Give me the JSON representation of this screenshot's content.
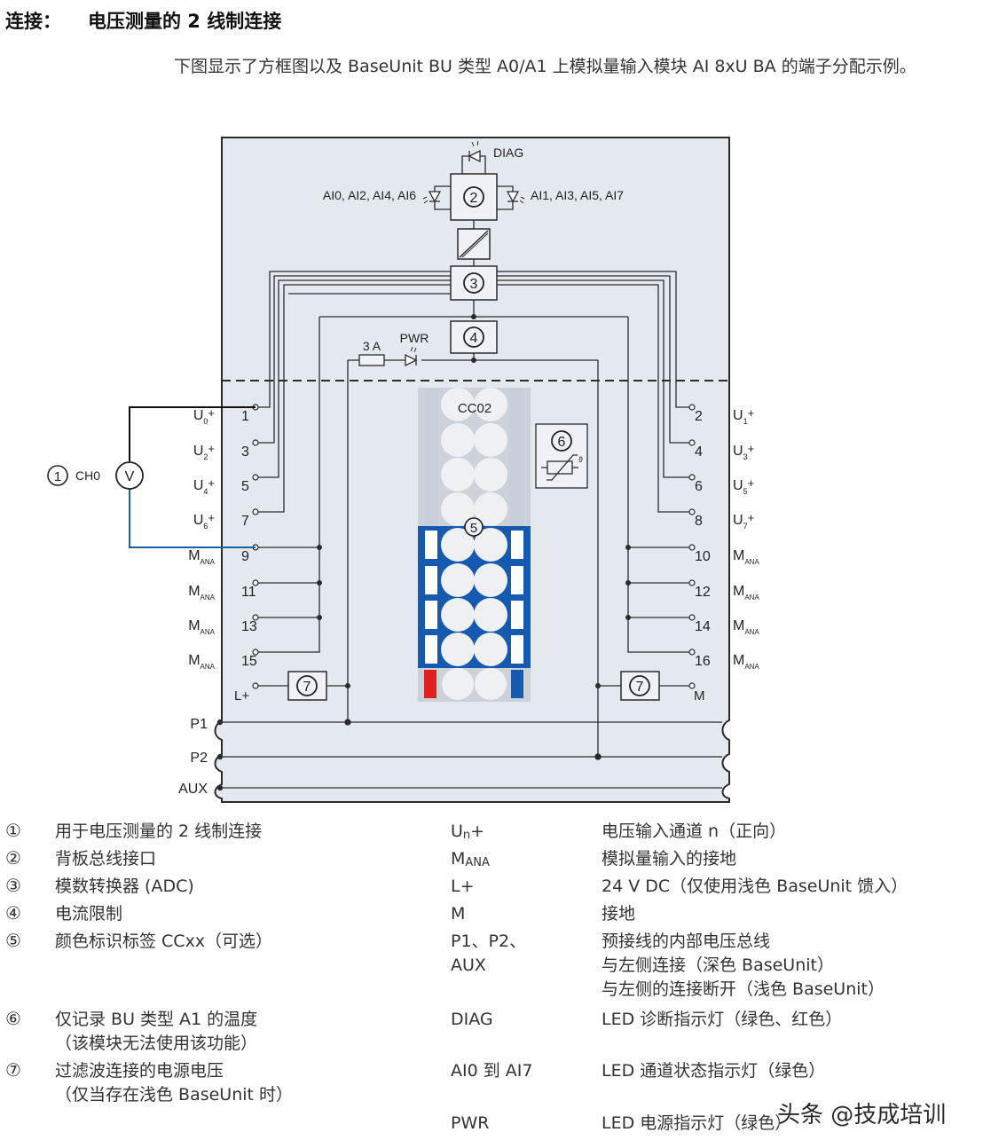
{
  "header": {
    "title_prefix": "连接：",
    "title_main": "电压测量的 2 线制连接",
    "intro": "下图显示了方框图以及 BaseUnit BU 类型 A0/A1 上模拟量输入模块 AI 8xU BA 的端子分配示例。"
  },
  "diagram": {
    "diag_led_label": "DIAG",
    "left_leds_label": "AI0, AI2, AI4, AI6",
    "right_leds_label": "AI1, AI3, AI5, AI7",
    "block_2": "②",
    "block_3": "③",
    "block_4": "④",
    "block_5": "⑤",
    "block_6": "⑥",
    "block_7": "⑦",
    "fuse_label": "3 A",
    "pwr_label": "PWR",
    "color_code_label": "CC02",
    "channel_marker": "①",
    "channel_label": "CH0",
    "voltmeter_label": "V",
    "left_terminals": [
      {
        "num": "1",
        "label": "U",
        "sub": "0",
        "suffix": "+"
      },
      {
        "num": "3",
        "label": "U",
        "sub": "2",
        "suffix": "+"
      },
      {
        "num": "5",
        "label": "U",
        "sub": "4",
        "suffix": "+"
      },
      {
        "num": "7",
        "label": "U",
        "sub": "6",
        "suffix": "+"
      },
      {
        "num": "9",
        "label": "M",
        "sub": "ANA",
        "suffix": ""
      },
      {
        "num": "11",
        "label": "M",
        "sub": "ANA",
        "suffix": ""
      },
      {
        "num": "13",
        "label": "M",
        "sub": "ANA",
        "suffix": ""
      },
      {
        "num": "15",
        "label": "M",
        "sub": "ANA",
        "suffix": ""
      }
    ],
    "right_terminals": [
      {
        "num": "2",
        "label": "U",
        "sub": "1",
        "suffix": "+"
      },
      {
        "num": "4",
        "label": "U",
        "sub": "3",
        "suffix": "+"
      },
      {
        "num": "6",
        "label": "U",
        "sub": "5",
        "suffix": "+"
      },
      {
        "num": "8",
        "label": "U",
        "sub": "7",
        "suffix": "+"
      },
      {
        "num": "10",
        "label": "M",
        "sub": "ANA",
        "suffix": ""
      },
      {
        "num": "12",
        "label": "M",
        "sub": "ANA",
        "suffix": ""
      },
      {
        "num": "14",
        "label": "M",
        "sub": "ANA",
        "suffix": ""
      },
      {
        "num": "16",
        "label": "M",
        "sub": "ANA",
        "suffix": ""
      }
    ],
    "l_plus_label": "L+",
    "m_label": "M",
    "buses": [
      "P1",
      "P2",
      "AUX"
    ],
    "colors": {
      "module_bg": "#e4e9ef",
      "line": "#2b2b2b",
      "blue_wire": "#1a5f99",
      "cc_blue": "#1559b0",
      "cc_red": "#e02020",
      "cc_grey": "#cdd2d8"
    }
  },
  "legend_left": [
    {
      "num": "①",
      "lines": [
        "用于电压测量的 2 线制连接"
      ]
    },
    {
      "num": "②",
      "lines": [
        "背板总线接口"
      ]
    },
    {
      "num": "③",
      "lines": [
        "模数转换器 (ADC)"
      ]
    },
    {
      "num": "④",
      "lines": [
        "电流限制"
      ]
    },
    {
      "num": "⑤",
      "lines": [
        "颜色标识标签 CCxx（可选）"
      ]
    },
    {
      "num": "⑥",
      "lines": [
        "仅记录 BU 类型 A1 的温度",
        "（该模块无法使用该功能）"
      ]
    },
    {
      "num": "⑦",
      "lines": [
        "过滤波连接的电源电压",
        "（仅当存在浅色 BaseUnit 时）"
      ]
    }
  ],
  "legend_right": [
    {
      "abbr": "Un+",
      "lines": [
        "电压输入通道 n（正向）"
      ]
    },
    {
      "abbr": "MANA",
      "lines": [
        "模拟量输入的接地"
      ]
    },
    {
      "abbr": "L+",
      "lines": [
        "24 V DC（仅使用浅色 BaseUnit 馈入）"
      ]
    },
    {
      "abbr": "M",
      "lines": [
        "接地"
      ]
    },
    {
      "abbr": "P1、P2、",
      "abbr2": "AUX",
      "lines": [
        "预接线的内部电压总线",
        "与左侧连接（深色 BaseUnit）",
        "与左侧的连接断开（浅色 BaseUnit）"
      ]
    },
    {
      "abbr": "DIAG",
      "lines": [
        "LED 诊断指示灯（绿色、红色）"
      ]
    },
    {
      "abbr": "AI0 到 AI7",
      "lines": [
        "LED 通道状态指示灯（绿色）"
      ]
    },
    {
      "abbr": "PWR",
      "lines": [
        "LED 电源指示灯（绿色）"
      ]
    }
  ],
  "watermark": "头条 @技成培训"
}
